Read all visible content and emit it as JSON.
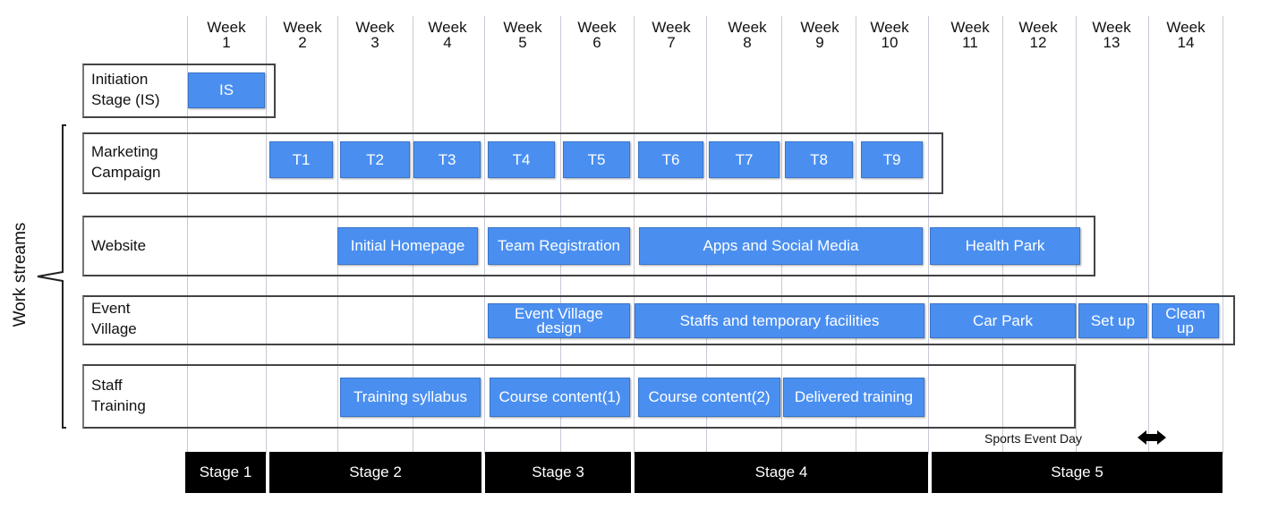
{
  "weeks": [
    {
      "word": "Week",
      "num": "1"
    },
    {
      "word": "Week",
      "num": "2"
    },
    {
      "word": "Week",
      "num": "3"
    },
    {
      "word": "Week",
      "num": "4"
    },
    {
      "word": "Week",
      "num": "5"
    },
    {
      "word": "Week",
      "num": "6"
    },
    {
      "word": "Week",
      "num": "7"
    },
    {
      "word": "Week",
      "num": "8"
    },
    {
      "word": "Week",
      "num": "9"
    },
    {
      "word": "Week",
      "num": "10"
    },
    {
      "word": "Week",
      "num": "11"
    },
    {
      "word": "Week",
      "num": "12"
    },
    {
      "word": "Week",
      "num": "13"
    },
    {
      "word": "Week",
      "num": "14"
    }
  ],
  "rows": [
    {
      "line1": "Initiation",
      "line2": "Stage (IS)"
    },
    {
      "line1": "Marketing",
      "line2": "Campaign"
    },
    {
      "line1": "Website",
      "line2": ""
    },
    {
      "line1": "Event",
      "line2": "Village"
    },
    {
      "line1": "Staff",
      "line2": "Training"
    }
  ],
  "tasks": {
    "is": "IS",
    "t1": "T1",
    "t2": "T2",
    "t3": "T3",
    "t4": "T4",
    "t5": "T5",
    "t6": "T6",
    "t7": "T7",
    "t8": "T8",
    "t9": "T9",
    "initial_homepage": "Initial Homepage",
    "team_registration": "Team Registration",
    "apps_social": "Apps and Social Media",
    "health_park": "Health Park",
    "event_village_design_1": "Event Village",
    "event_village_design_2": "design",
    "staffs_facilities": "Staffs and temporary facilities",
    "car_park": "Car Park",
    "set_up": "Set up",
    "clean_up_1": "Clean",
    "clean_up_2": "up",
    "training_syllabus": "Training syllabus",
    "course_content_1": "Course content(1)",
    "course_content_2": "Course content(2)",
    "delivered_training": "Delivered training"
  },
  "stages": [
    "Stage 1",
    "Stage 2",
    "Stage 3",
    "Stage 4",
    "Stage 5"
  ],
  "work_streams_label": "Work streams",
  "event_day_label": "Sports Event Day",
  "colors": {
    "task_fill": "#4a8ff0",
    "stage_fill": "#000000"
  }
}
